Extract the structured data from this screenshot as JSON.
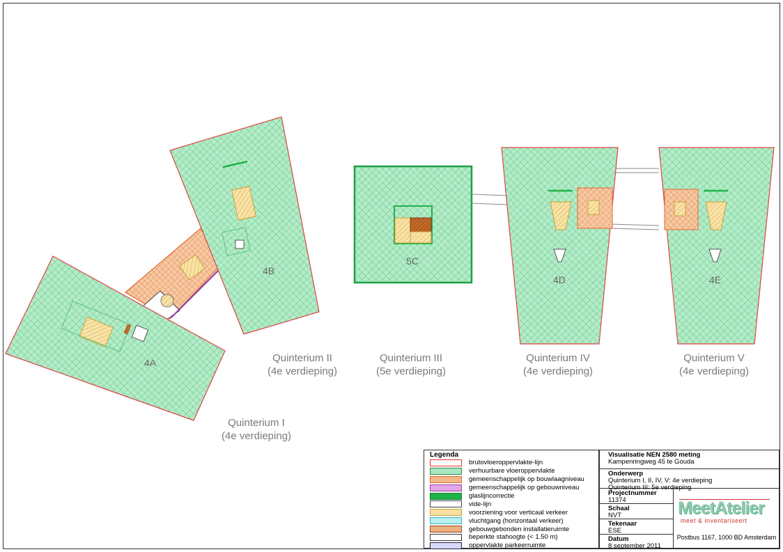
{
  "buildings": [
    {
      "name": "Quinterium I",
      "floor": "(4e verdieping)"
    },
    {
      "name": "Quinterium II",
      "floor": "(4e verdieping)"
    },
    {
      "name": "Quinterium III",
      "floor": "(5e verdieping)"
    },
    {
      "name": "Quinterium IV",
      "floor": "(4e verdieping)"
    },
    {
      "name": "Quinterium V",
      "floor": "(4e verdieping)"
    }
  ],
  "units": [
    "4A",
    "4B",
    "5C",
    "4D",
    "4E"
  ],
  "legend": {
    "title": "Legenda",
    "items": [
      {
        "label": "brutovloeroppervlakte-lijn",
        "color": "#ffffff",
        "border": "#d33"
      },
      {
        "label": "verhuurbare vloeroppervlakte",
        "color": "#a9e7c2",
        "border": "#2a8a4a"
      },
      {
        "label": "gemeenschappelijk op bouwlaagniveau",
        "color": "#f4b98a",
        "border": "#d86a2a"
      },
      {
        "label": "gemeenschappelijk op gebouwniveau",
        "color": "#e2a8e8",
        "border": "#9a3aa8"
      },
      {
        "label": "glaslijncorrectie",
        "color": "#1fb34a",
        "border": "#0d7a2a"
      },
      {
        "label": "vide-lijn",
        "color": "#ffffff",
        "border": "#444"
      },
      {
        "label": "voorziening voor verticaal verkeer",
        "color": "#f7e0a0",
        "border": "#c9a13a"
      },
      {
        "label": "vluchtgang (horizontaal verkeer)",
        "color": "#b8f0f0",
        "border": "#3ab0c0"
      },
      {
        "label": "gebouwgebonden installatieruimte",
        "color": "#e9b080",
        "border": "#a04a1a"
      },
      {
        "label": "beperkte stahoogte (< 1.50 m)",
        "color": "#ffffff",
        "border": "#333"
      },
      {
        "label": "oppervlakte parkeerruimte",
        "color": "#d8d8ff",
        "border": "#223"
      }
    ]
  },
  "titleblock": {
    "title": "Visualisatie NEN 2580 meting",
    "address": "Kampenringweg 45 te Gouda",
    "subject_label": "Onderwerp",
    "subject_line1": "Quinterium I, II, IV, V: 4e verdieping",
    "subject_line2": "Quinterium III: 5e verdieping",
    "project_label": "Projectnummer",
    "project": "11374",
    "scale_label": "Schaal",
    "scale": "NVT",
    "drawer_label": "Tekenaar",
    "drawer": "ESE",
    "date_label": "Datum",
    "date": "8 september 2011",
    "logo": "MeetAtelier",
    "logo_sub": "meet & inventariseert",
    "postal": "Postbus 1167, 1000 BD Amsterdam"
  }
}
